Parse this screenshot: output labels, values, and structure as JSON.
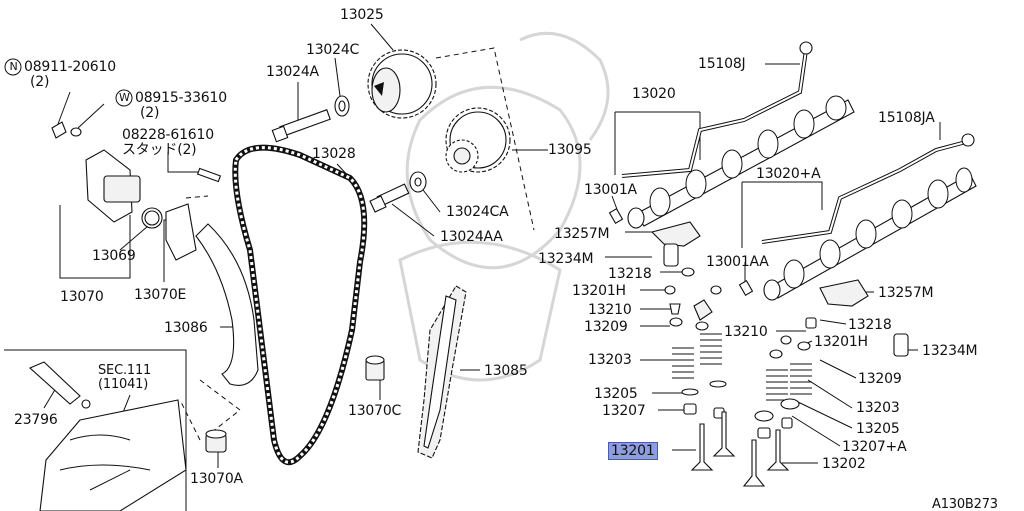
{
  "labels": {
    "n08911": "08911-20610",
    "n08911_qty": "(2)",
    "w08915": "08915-33610",
    "w08915_qty": "(2)",
    "p08228": "08228-61610",
    "p08228_sub": "スタッド(2)",
    "p13025": "13025",
    "p13024C": "13024C",
    "p13024A": "13024A",
    "p13028": "13028",
    "p13095": "13095",
    "p13024CA": "13024CA",
    "p13024AA": "13024AA",
    "p13069": "13069",
    "p13070": "13070",
    "p13070E": "13070E",
    "p13086": "13086",
    "p13085": "13085",
    "p13070C": "13070C",
    "p13070A": "13070A",
    "p23796": "23796",
    "sec": "SEC.111",
    "sec_sub": "(11041)",
    "p15108J": "15108J",
    "p15108JA": "15108JA",
    "p13020": "13020",
    "p13020A": "13020+A",
    "p13001A": "13001A",
    "p13001AA": "13001AA",
    "p13257M_l": "13257M",
    "p13257M_r": "13257M",
    "p13234M_l": "13234M",
    "p13234M_r": "13234M",
    "p13218_l": "13218",
    "p13218_r": "13218",
    "p13201H_l": "13201H",
    "p13201H_r": "13201H",
    "p13210_l": "13210",
    "p13210_r": "13210",
    "p13209_l": "13209",
    "p13209_r": "13209",
    "p13203_l": "13203",
    "p13203_r": "13203",
    "p13205_l": "13205",
    "p13205_r": "13205",
    "p13207": "13207",
    "p13207A": "13207+A",
    "p13201": "13201",
    "p13202": "13202",
    "code": "A130B273"
  },
  "markers": {
    "N": "N",
    "W": "W"
  },
  "highlight_color": "#8e9ddc"
}
